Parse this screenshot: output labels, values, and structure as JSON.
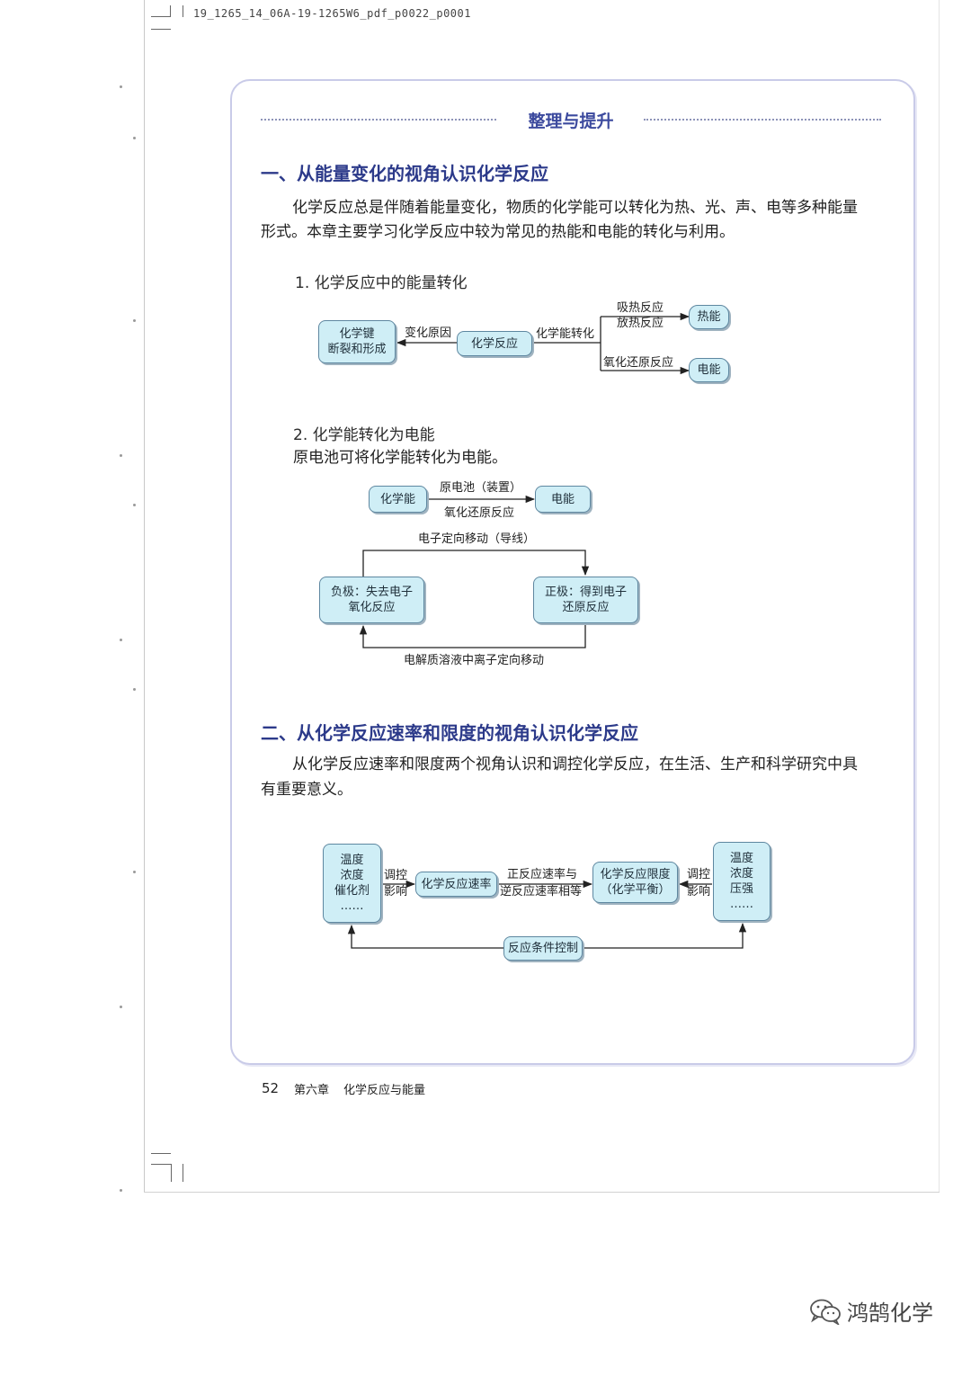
{
  "header_code": "19_1265_14_06A-19-1265W6_pdf_p0022_p0001",
  "banner": {
    "title": "整理与提升"
  },
  "section1": {
    "heading": "一、从能量变化的视角认识化学反应",
    "para_line1": "化学反应总是伴随着能量变化，物质的化学能可以转化为热、光、声、电等多种能量",
    "para_line2": "形式。本章主要学习化学反应中较为常见的热能和电能的转化与利用。",
    "sub1": "1. 化学反应中的能量转化",
    "d1": {
      "bond_line1": "化学键",
      "bond_line2": "断裂和形成",
      "arrow_left_label": "变化原因",
      "reaction": "化学反应",
      "arrow_right_label": "化学能转化",
      "heat_label_1": "吸热反应",
      "heat_label_2": "放热反应",
      "heat": "热能",
      "redox_label": "氧化还原反应",
      "electric": "电能"
    },
    "sub2": "2. 化学能转化为电能",
    "sub2_text": "原电池可将化学能转化为电能。",
    "d2": {
      "chem_energy": "化学能",
      "arrow_label_top": "原电池（装置）",
      "arrow_label_bottom": "氧化还原反应",
      "electric": "电能",
      "top_loop_label": "电子定向移动（导线）",
      "neg_line1": "负极：失去电子",
      "neg_line2": "氧化反应",
      "pos_line1": "正极：得到电子",
      "pos_line2": "还原反应",
      "bottom_loop_label": "电解质溶液中离子定向移动"
    }
  },
  "section2": {
    "heading": "二、从化学反应速率和限度的视角认识化学反应",
    "para_line1": "从化学反应速率和限度两个视角认识和调控化学反应，在生活、生产和科学研究中具",
    "para_line2": "有重要意义。",
    "d3": {
      "left_1": "温度",
      "left_2": "浓度",
      "left_3": "催化剂",
      "left_4": "……",
      "ctrl_left_1": "调控",
      "ctrl_left_2": "影响",
      "rate": "化学反应速率",
      "eq_label_1": "正反应速率与",
      "eq_label_2": "逆反应速率相等",
      "limit_1": "化学反应限度",
      "limit_2": "（化学平衡）",
      "ctrl_right_1": "调控",
      "ctrl_right_2": "影响",
      "right_1": "温度",
      "right_2": "浓度",
      "right_3": "压强",
      "right_4": "……",
      "condition": "反应条件控制"
    }
  },
  "footer": {
    "page_number": "52",
    "chapter": "第六章",
    "chapter_title": "化学反应与能量"
  },
  "watermark": {
    "text": "鸿鹄化学",
    "icon": "wechat-icon"
  },
  "colors": {
    "node_fill": "#cfeef6",
    "node_border": "#5e87a0",
    "heading": "#2c3a8a",
    "panel_border": "#c9cbe8"
  }
}
